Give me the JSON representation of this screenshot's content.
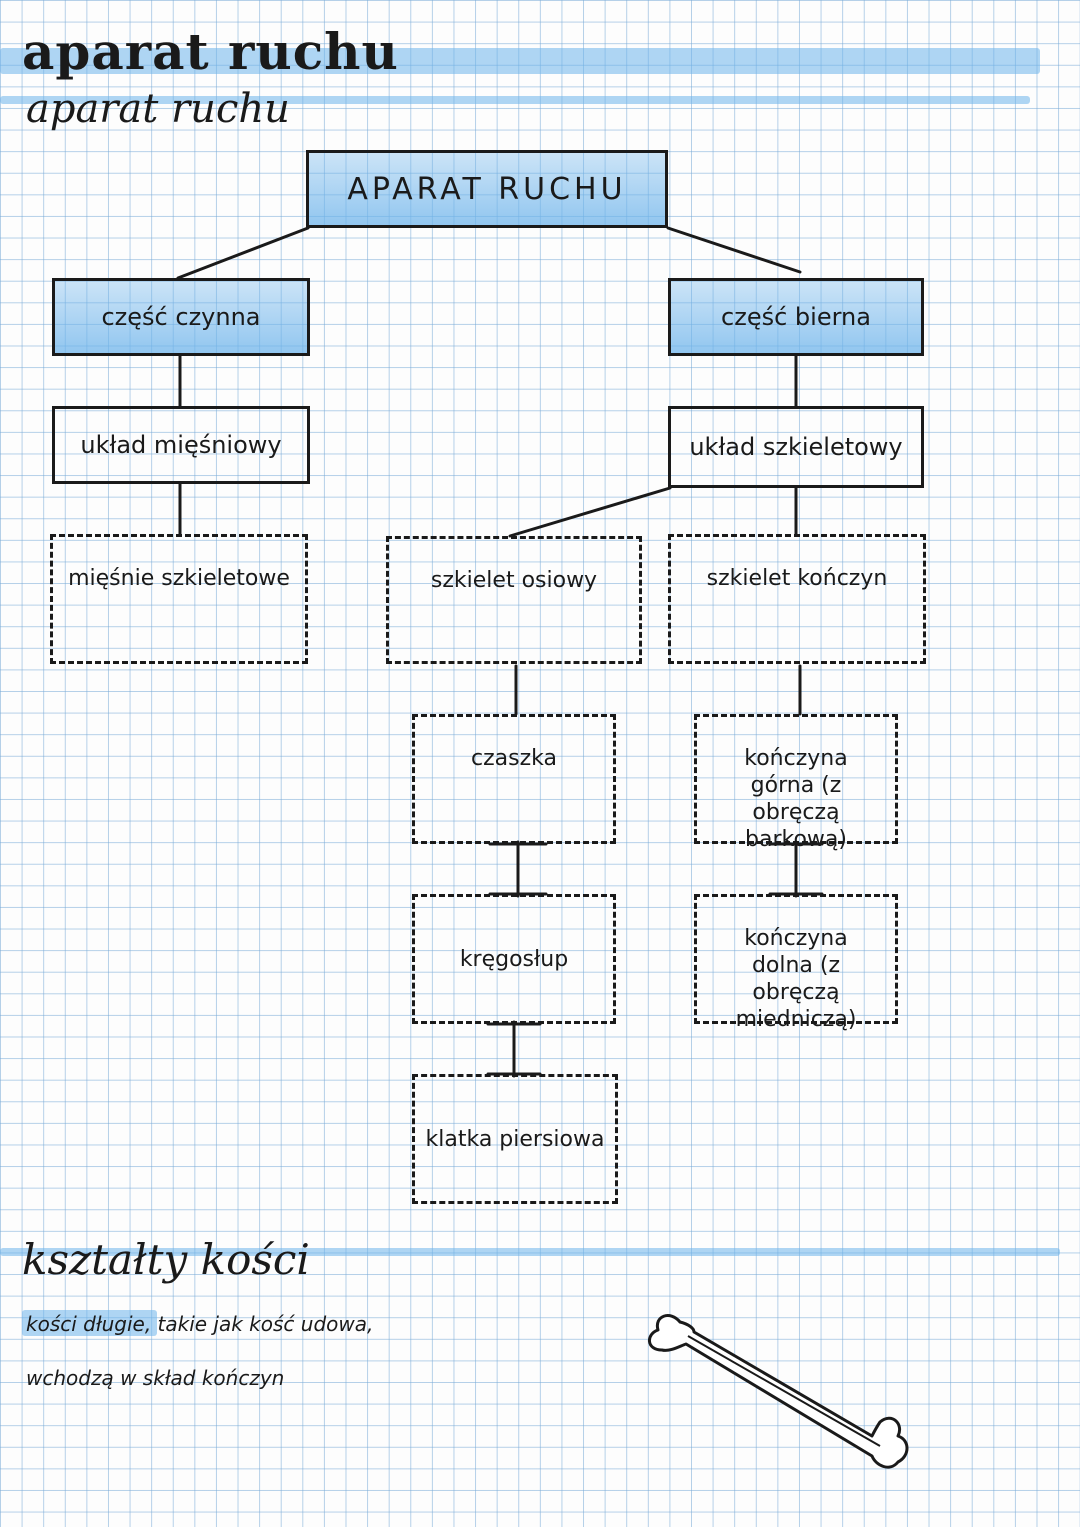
{
  "header": {
    "title": "aparat ruchu",
    "subtitle": "aparat ruchu"
  },
  "diagram": {
    "root": "APARAT RUCHU",
    "active_part": "część czynna",
    "passive_part": "część bierna",
    "muscular_system": "układ mięśniowy",
    "skeletal_system": "układ szkieletowy",
    "skeletal_muscles": "mięśnie szkieletowe",
    "axial_skeleton": "szkielet osiowy",
    "limb_skeleton": "szkielet kończyn",
    "skull": "czaszka",
    "spine": "kręgosłup",
    "rib_cage": "klatka piersiowa",
    "upper_limb": "kończyna górna (z obręczą barkową)",
    "lower_limb": "kończyna dolna (z obręczą miedniczą)"
  },
  "section": {
    "title": "kształty kości",
    "line1": "kości długie,   takie   jak   kość   udowa,",
    "line1_highlight": "kości długie,",
    "line2": "wchodzą   w   skład   kończyn"
  },
  "colors": {
    "highlight": "#6eb4eb",
    "grid": "#78aad7",
    "ink": "#1a1a1a"
  },
  "icons": {
    "bone": "bone-icon"
  }
}
